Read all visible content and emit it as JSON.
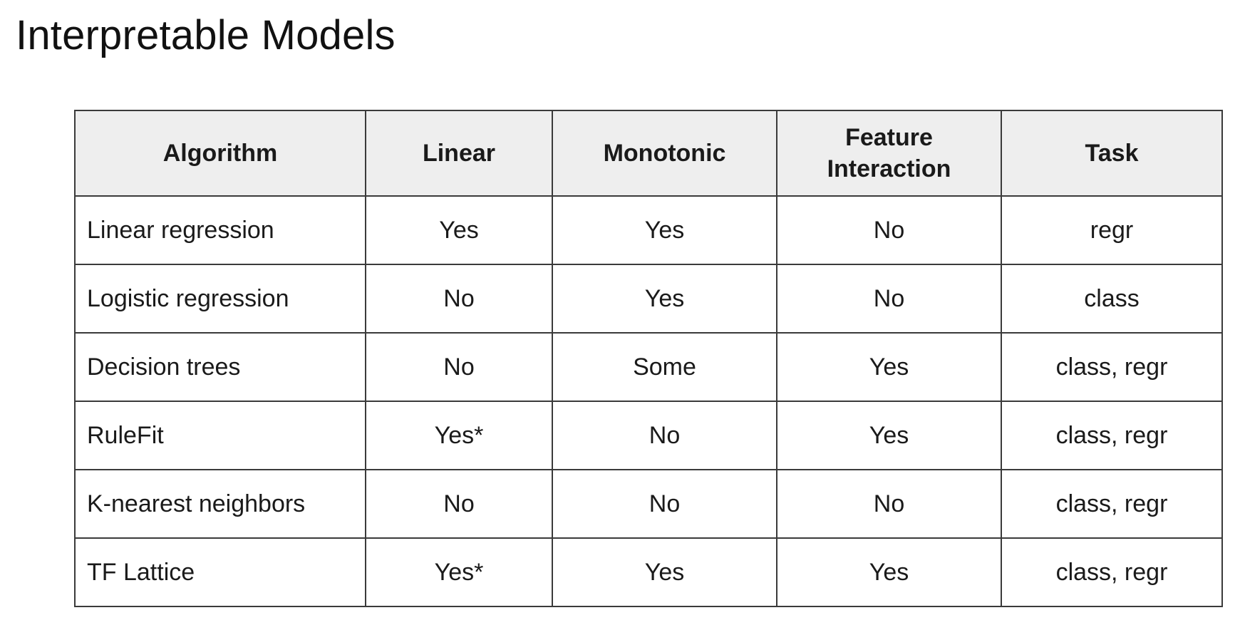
{
  "slide": {
    "title": "Interpretable Models"
  },
  "table": {
    "headers": {
      "algorithm": "Algorithm",
      "linear": "Linear",
      "monotonic": "Monotonic",
      "feature_interaction_line1": "Feature",
      "feature_interaction_line2": "Interaction",
      "task": "Task"
    },
    "rows": [
      {
        "algorithm": "Linear regression",
        "linear": "Yes",
        "monotonic": "Yes",
        "feature_interaction": "No",
        "task": "regr"
      },
      {
        "algorithm": "Logistic regression",
        "linear": "No",
        "monotonic": "Yes",
        "feature_interaction": "No",
        "task": "class"
      },
      {
        "algorithm": "Decision trees",
        "linear": "No",
        "monotonic": "Some",
        "feature_interaction": "Yes",
        "task": "class, regr"
      },
      {
        "algorithm": "RuleFit",
        "linear": "Yes*",
        "monotonic": "No",
        "feature_interaction": "Yes",
        "task": "class, regr"
      },
      {
        "algorithm": "K-nearest neighbors",
        "linear": "No",
        "monotonic": "No",
        "feature_interaction": "No",
        "task": "class, regr"
      },
      {
        "algorithm": "TF Lattice",
        "linear": "Yes*",
        "monotonic": "Yes",
        "feature_interaction": "Yes",
        "task": "class, regr"
      }
    ]
  }
}
